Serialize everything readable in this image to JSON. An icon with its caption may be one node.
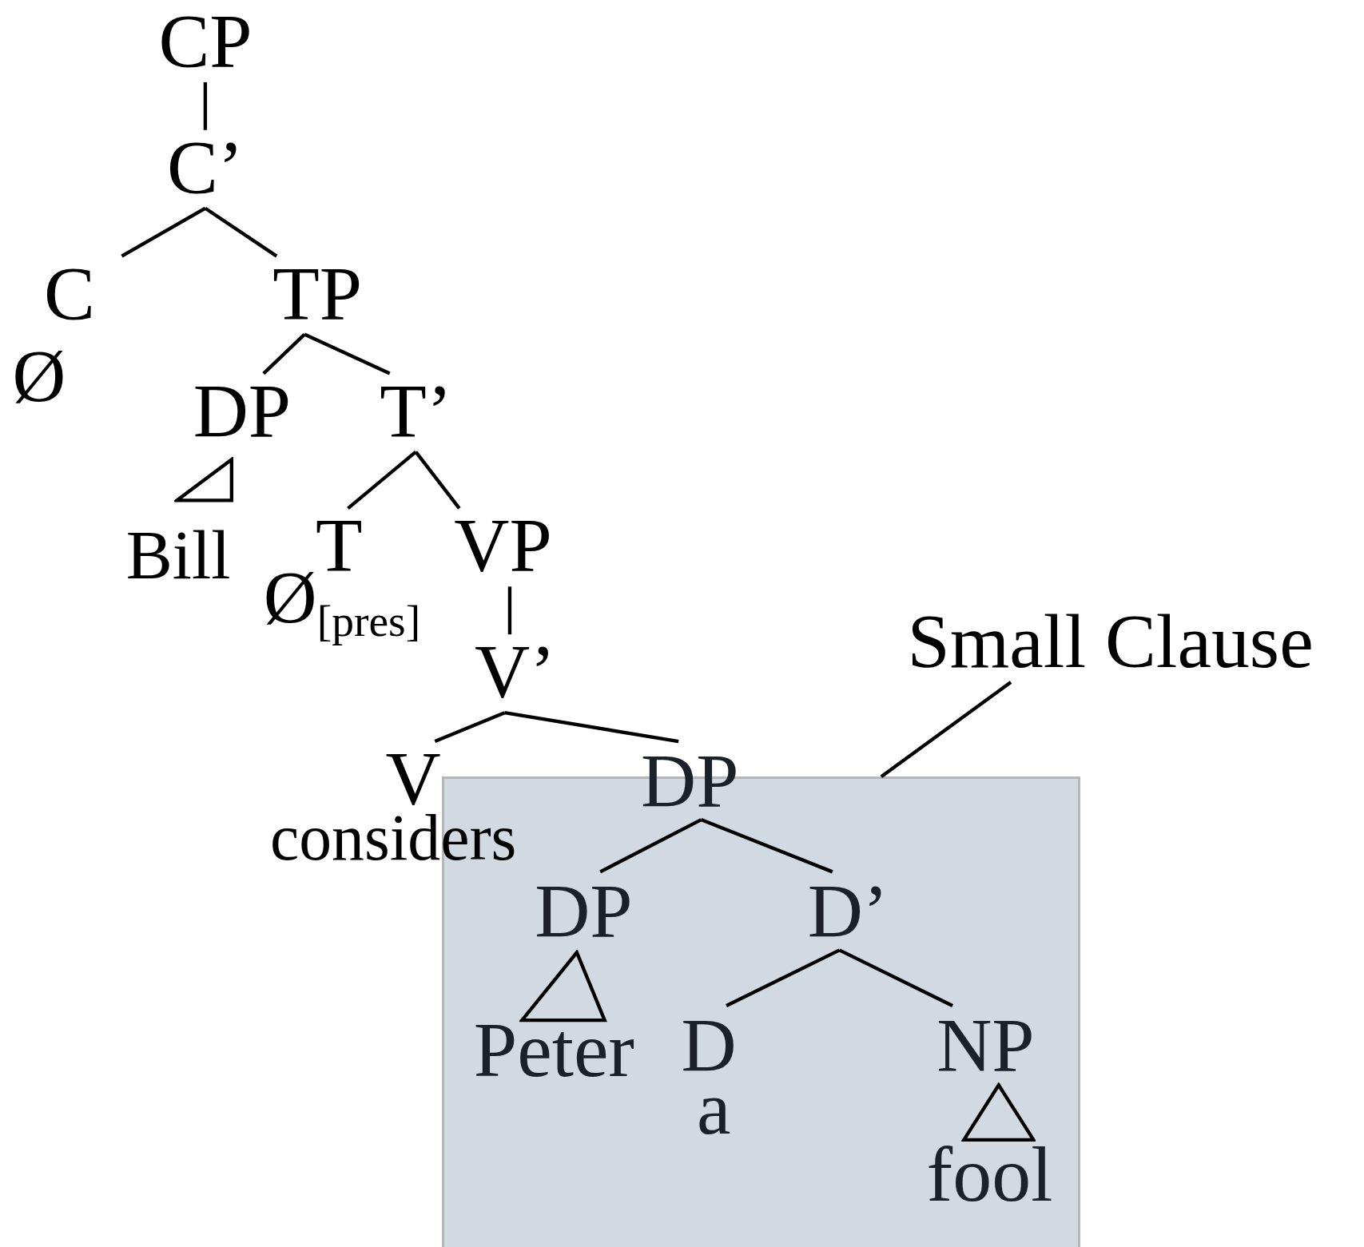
{
  "diagram": {
    "nodes": [
      {
        "text": [
          "CP"
        ]
      },
      {
        "text": [
          "C’"
        ]
      },
      {
        "text": [
          "C",
          "Ø"
        ]
      },
      {
        "text": [
          "TP"
        ]
      },
      {
        "text": [
          "DP",
          "Bill"
        ]
      },
      {
        "text": [],
        "shape": "triangle",
        "in": 4
      },
      {
        "text": [
          "T’"
        ]
      },
      {
        "text": [
          "T",
          "Ø$_{[pres]}$"
        ]
      },
      {
        "text": [
          "VP"
        ]
      },
      {
        "text": [
          "V’"
        ]
      },
      {
        "text": [
          "V",
          "considers"
        ]
      },
      {
        "text": [
          "Small Clause"
        ]
      },
      {
        "text": [],
        "shape": "box"
      },
      {
        "text": [
          "DP"
        ],
        "in": 12
      },
      {
        "text": [
          "DP",
          "Peter"
        ],
        "in": 12
      },
      {
        "text": [],
        "shape": "triangle",
        "in": 14
      },
      {
        "text": [
          "D’"
        ],
        "in": 12
      },
      {
        "text": [
          "D",
          "a"
        ],
        "in": 12
      },
      {
        "text": [
          "NP",
          "fool"
        ],
        "in": 12
      },
      {
        "text": [],
        "shape": "triangle",
        "in": 18
      }
    ],
    "edges": [
      {
        "from": 0,
        "to": 1,
        "arrow": "none"
      },
      {
        "from": 1,
        "to": 2,
        "arrow": "none"
      },
      {
        "from": 1,
        "to": 3,
        "arrow": "none"
      },
      {
        "from": 3,
        "to": 4,
        "arrow": "none"
      },
      {
        "from": 3,
        "to": 6,
        "arrow": "none"
      },
      {
        "from": 6,
        "to": 7,
        "arrow": "none"
      },
      {
        "from": 6,
        "to": 8,
        "arrow": "none"
      },
      {
        "from": 8,
        "to": 9,
        "arrow": "none"
      },
      {
        "from": 9,
        "to": 10,
        "arrow": "none"
      },
      {
        "from": 9,
        "to": 13,
        "arrow": "none"
      },
      {
        "from": 13,
        "to": 14,
        "arrow": "none"
      },
      {
        "from": 13,
        "to": 16,
        "arrow": "none"
      },
      {
        "from": 16,
        "to": 17,
        "arrow": "none"
      },
      {
        "from": 16,
        "to": 18,
        "arrow": "none"
      },
      {
        "from": 11,
        "to": 12,
        "arrow": "none"
      }
    ]
  }
}
